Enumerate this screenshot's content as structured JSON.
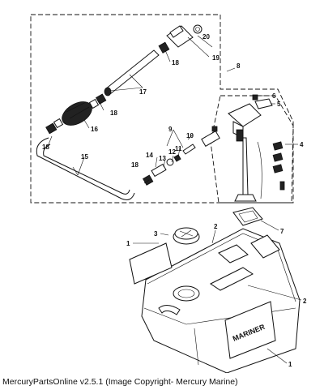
{
  "caption": "MercuryPartsOnline v2.5.1 (Image Copyright- Mercury Marine)",
  "callouts": {
    "c1a": "1",
    "c1b": "1",
    "c2a": "2",
    "c2b": "2",
    "c3": "3",
    "c4": "4",
    "c5": "5",
    "c6": "6",
    "c7": "7",
    "c8": "8",
    "c9": "9",
    "c10": "10",
    "c11": "11",
    "c12": "12",
    "c13": "13",
    "c14": "14",
    "c15": "15",
    "c16": "16",
    "c17": "17",
    "c18a": "18",
    "c18b": "18",
    "c18c": "18",
    "c18d": "18",
    "c19": "19",
    "c20": "20"
  },
  "tank_brand": "MARINER"
}
